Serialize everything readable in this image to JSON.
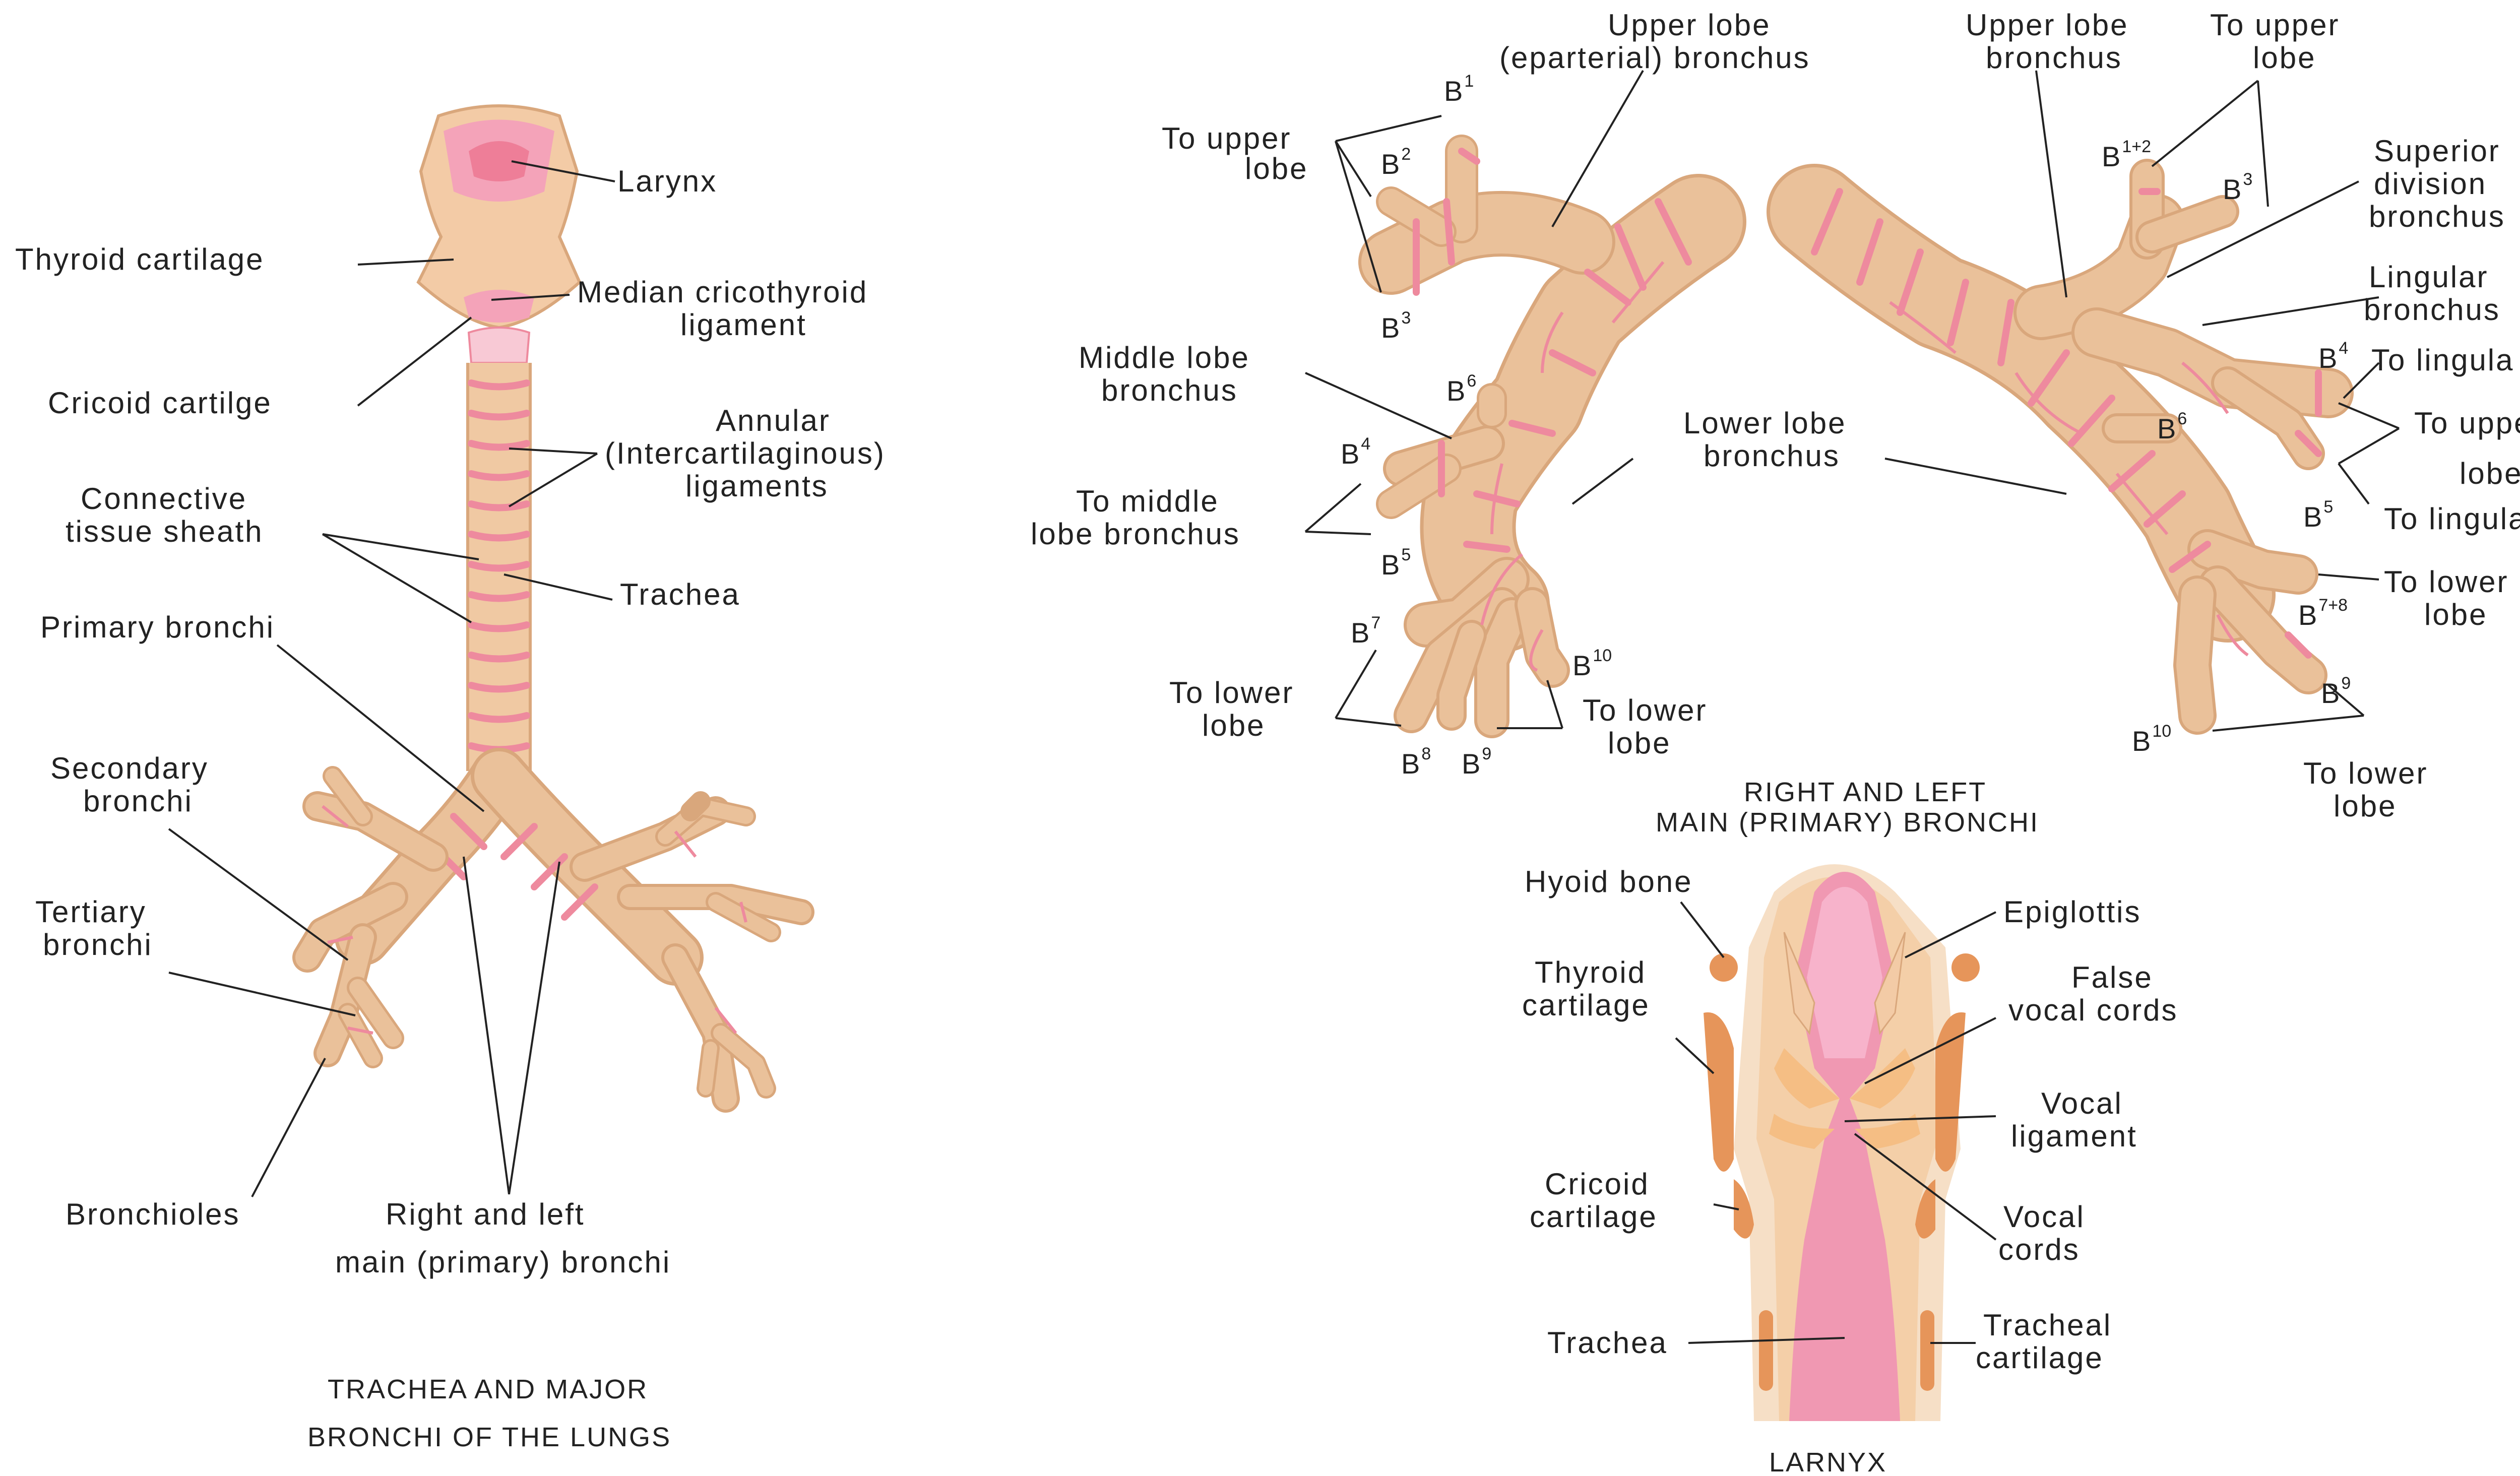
{
  "colors": {
    "tissue": "#EAC19A",
    "tissue_dark": "#D9A77C",
    "tissue_light": "#F6DFC6",
    "pink": "#EE8A9E",
    "pink_light": "#F7AFC8",
    "cartilage_orange": "#E6955A",
    "line": "#222222"
  },
  "panels": {
    "trachea": {
      "title": [
        "TRACHEA AND MAJOR",
        "BRONCHI OF THE LUNGS"
      ],
      "labels": {
        "larynx": "Larynx",
        "thyroid_cartilage": "Thyroid cartilage",
        "median_cricothyroid": [
          "Median cricothyroid",
          "ligament"
        ],
        "cricoid_cartilage": "Cricoid cartilge",
        "annular": [
          "Annular",
          "(Intercartilaginous)",
          "ligaments"
        ],
        "connective": [
          "Connective",
          "tissue sheath"
        ],
        "trachea": "Trachea",
        "primary_bronchi": "Primary bronchi",
        "secondary_bronchi": [
          "Secondary",
          "bronchi"
        ],
        "tertiary_bronchi": [
          "Tertiary",
          "bronchi"
        ],
        "bronchioles": "Bronchioles",
        "right_left_main": [
          "Right and left",
          "main (primary) bronchi"
        ]
      }
    },
    "bronchi": {
      "title": [
        "RIGHT AND LEFT",
        "MAIN (PRIMARY) BRONCHI"
      ],
      "right": {
        "upper_lobe_eparterial": [
          "Upper lobe",
          "(eparterial) bronchus"
        ],
        "to_upper_lobe": [
          "To upper",
          "lobe"
        ],
        "middle_lobe_bronchus": [
          "Middle lobe",
          "bronchus"
        ],
        "to_middle_lobe_bronchus": [
          "To middle",
          "lobe bronchus"
        ],
        "to_lower_lobe_a": [
          "To lower",
          "lobe"
        ],
        "to_lower_lobe_b": [
          "To lower",
          "lobe"
        ],
        "lower_lobe_bronchus": [
          "Lower lobe",
          "bronchus"
        ]
      },
      "left": {
        "upper_lobe_bronchus": [
          "Upper lobe",
          "bronchus"
        ],
        "to_upper_lobe": [
          "To upper",
          "lobe"
        ],
        "superior_division": [
          "Superior",
          "division",
          "bronchus"
        ],
        "lingular_bronchus": [
          "Lingular",
          "bronchus"
        ],
        "to_lingula_a": "To lingula",
        "to_upper_lobe_b": [
          "To upper",
          "lobe"
        ],
        "to_lingula_b": "To lingula",
        "to_lower_lobe_a": [
          "To lower",
          "lobe"
        ],
        "to_lower_lobe_b": [
          "To lower",
          "lobe"
        ]
      },
      "segments": {
        "b1": {
          "b": "B",
          "n": "1"
        },
        "b2": {
          "b": "B",
          "n": "2"
        },
        "b3": {
          "b": "B",
          "n": "3"
        },
        "b4": {
          "b": "B",
          "n": "4"
        },
        "b5": {
          "b": "B",
          "n": "5"
        },
        "b6": {
          "b": "B",
          "n": "6"
        },
        "b7": {
          "b": "B",
          "n": "7"
        },
        "b8": {
          "b": "B",
          "n": "8"
        },
        "b9": {
          "b": "B",
          "n": "9"
        },
        "b10": {
          "b": "B",
          "n": "10"
        },
        "lb12": {
          "b": "B",
          "n": "1+2"
        },
        "lb3": {
          "b": "B",
          "n": "3"
        },
        "lb4": {
          "b": "B",
          "n": "4"
        },
        "lb5": {
          "b": "B",
          "n": "5"
        },
        "lb6": {
          "b": "B",
          "n": "6"
        },
        "lb78": {
          "b": "B",
          "n": "7+8"
        },
        "lb9": {
          "b": "B",
          "n": "9"
        },
        "lb10": {
          "b": "B",
          "n": "10"
        }
      }
    },
    "larynx": {
      "title": "LARNYX",
      "labels": {
        "hyoid_bone": "Hyoid bone",
        "epiglottis": "Epiglottis",
        "thyroid_cartilage": [
          "Thyroid",
          "cartilage"
        ],
        "false_vocal_cords": [
          "False",
          "vocal cords"
        ],
        "vocal_ligament": [
          "Vocal",
          "ligament"
        ],
        "cricoid_cartilage": [
          "Cricoid",
          "cartilage"
        ],
        "vocal_cords": [
          "Vocal",
          "cords"
        ],
        "trachea": "Trachea",
        "tracheal_cartilage": [
          "Tracheal",
          "cartilage"
        ]
      }
    }
  }
}
